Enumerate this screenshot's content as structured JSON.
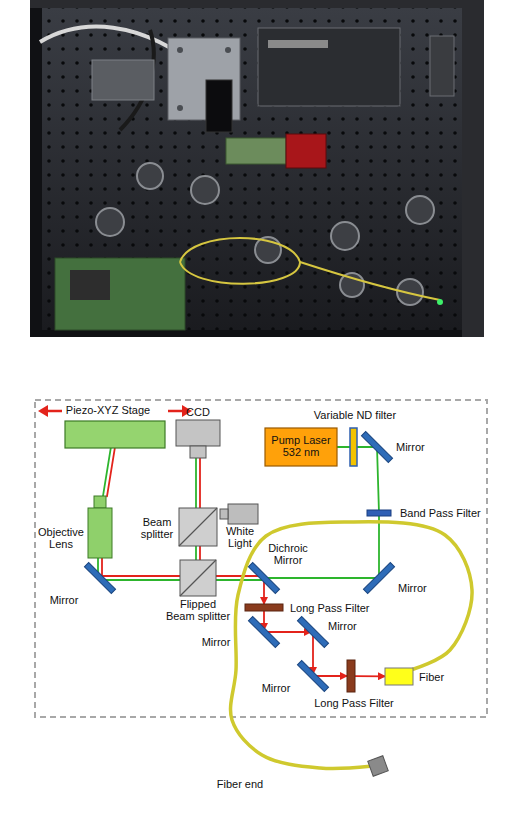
{
  "diagram": {
    "nodes": [
      {
        "text": [
          "Piezo-XYZ Stage"
        ]
      },
      {
        "text": [
          "CCD"
        ]
      },
      {
        "text": [
          "Variable ND filter"
        ]
      },
      {
        "text": [
          "Pump Laser 532 nm"
        ]
      },
      {
        "text": [
          "Mirror"
        ]
      },
      {
        "text": [
          "Objective Lens"
        ]
      },
      {
        "text": [
          "Beam splitter"
        ]
      },
      {
        "text": [
          "White Light"
        ]
      },
      {
        "text": [
          "Band Pass Filter"
        ]
      },
      {
        "text": [
          "Mirror"
        ]
      },
      {
        "text": [
          "Flipped Beam splitter"
        ]
      },
      {
        "text": [
          "Dichroic Mirror"
        ]
      },
      {
        "text": [
          "Mirror"
        ]
      },
      {
        "text": [
          "Long Pass Filter"
        ]
      },
      {
        "text": [
          "Mirror"
        ]
      },
      {
        "text": [
          "Mirror"
        ]
      },
      {
        "text": [
          "Mirror"
        ]
      },
      {
        "text": [
          "Long Pass Filter"
        ]
      },
      {
        "text": [
          "Fiber"
        ]
      },
      {
        "text": [
          "Fiber end"
        ]
      }
    ],
    "edges": [
      {
        "from": 3,
        "to": 2,
        "arrow": "none"
      },
      {
        "from": 2,
        "to": 4,
        "arrow": "none"
      },
      {
        "from": 4,
        "to": 8,
        "arrow": "none"
      },
      {
        "from": 8,
        "to": 12,
        "arrow": "none"
      },
      {
        "from": 12,
        "to": 11,
        "arrow": "none"
      },
      {
        "from": 11,
        "to": 10,
        "arrow": "none"
      },
      {
        "from": 10,
        "to": 9,
        "arrow": "none"
      },
      {
        "from": 9,
        "to": 5,
        "arrow": "none"
      },
      {
        "from": 5,
        "to": 0,
        "arrow": "none"
      },
      {
        "from": 10,
        "to": 6,
        "arrow": "none"
      },
      {
        "from": 6,
        "to": 1,
        "arrow": "none"
      },
      {
        "from": 11,
        "to": 13,
        "arrow": "to"
      },
      {
        "from": 13,
        "to": 14,
        "arrow": "to"
      },
      {
        "from": 14,
        "to": 15,
        "arrow": "to"
      },
      {
        "from": 15,
        "to": 16,
        "arrow": "to"
      },
      {
        "from": 16,
        "to": 17,
        "arrow": "to"
      },
      {
        "from": 17,
        "to": 18,
        "arrow": "to"
      },
      {
        "from": 18,
        "to": 19,
        "arrow": "none"
      }
    ]
  }
}
